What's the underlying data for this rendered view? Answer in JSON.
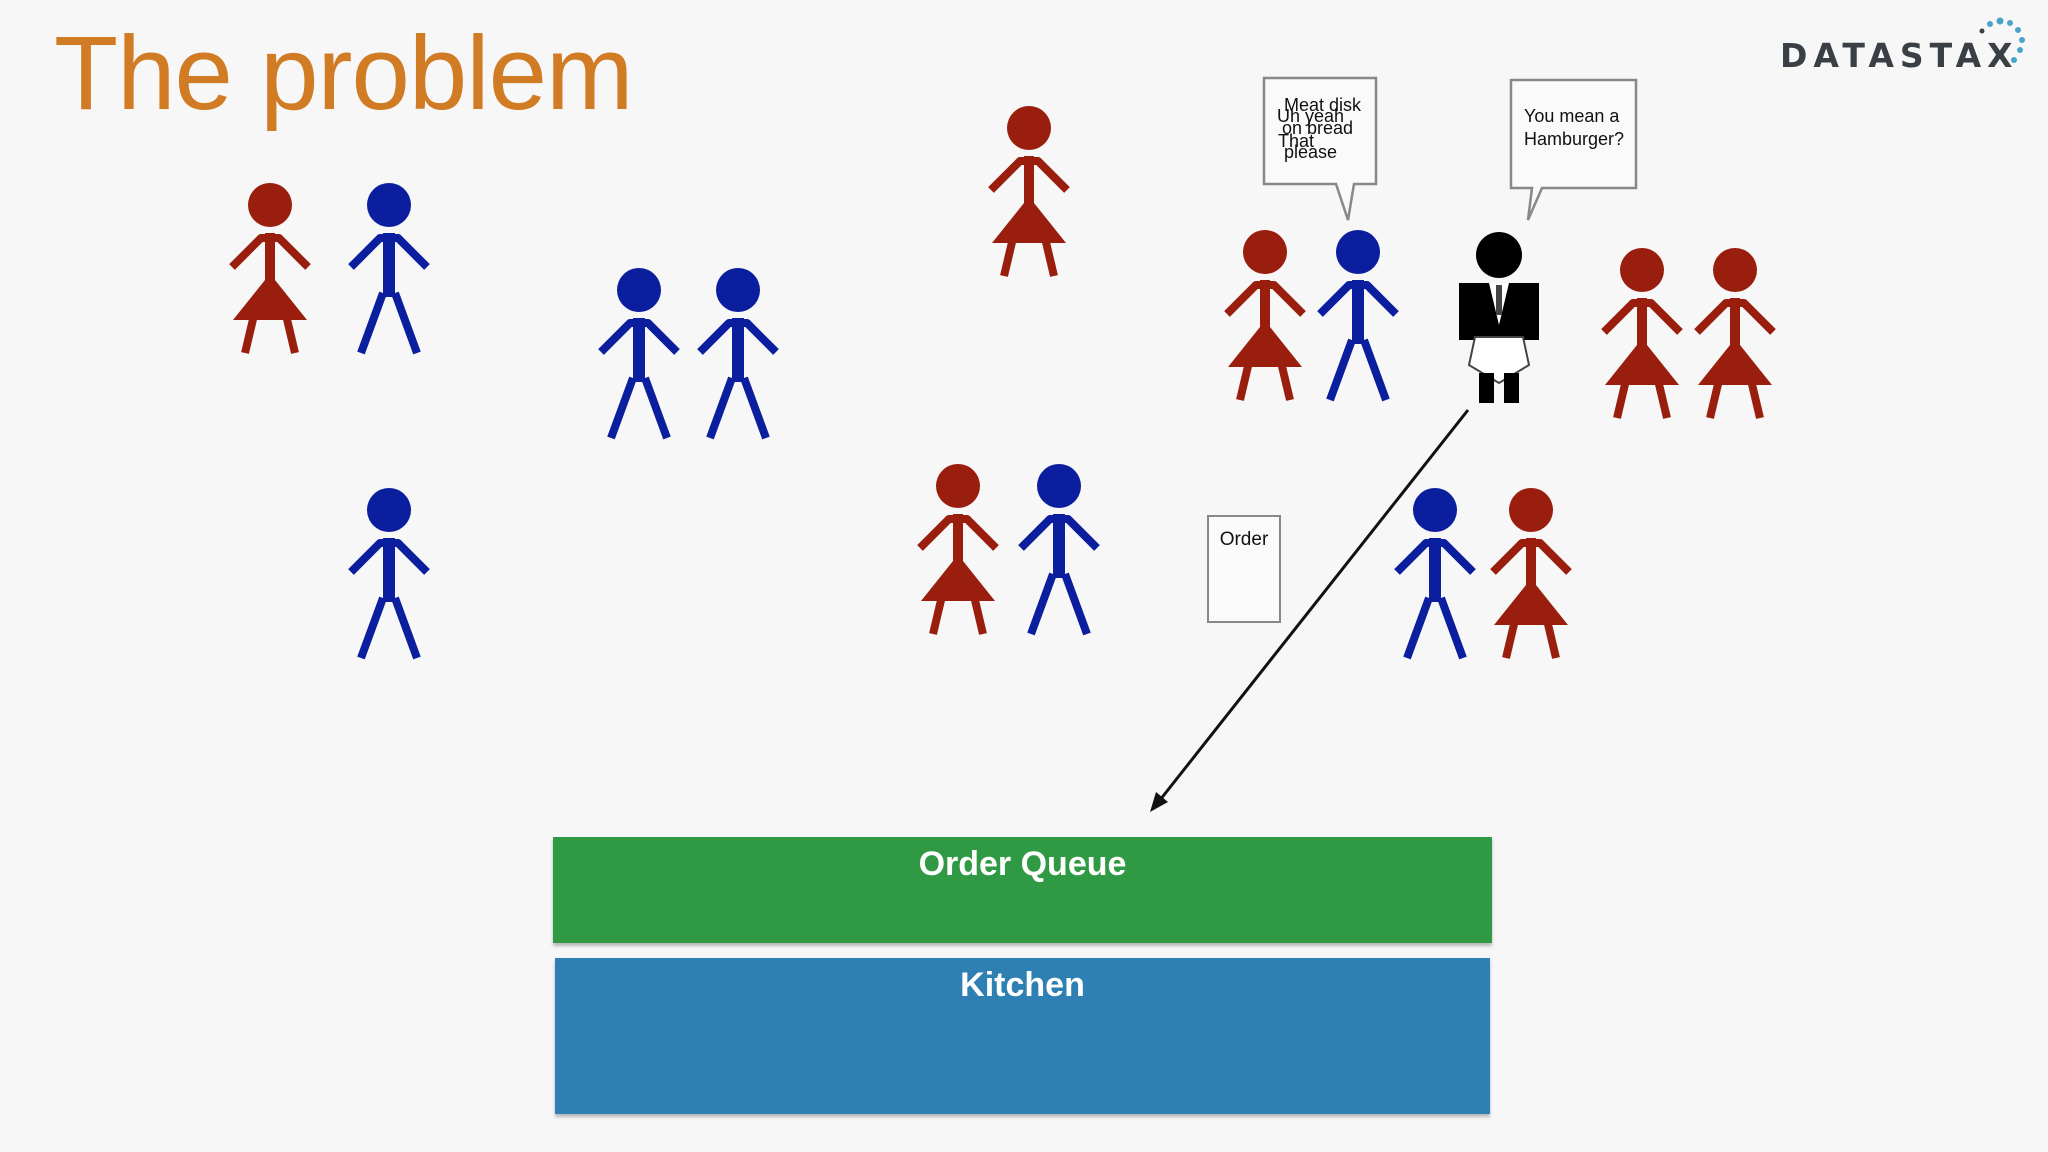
{
  "slide": {
    "title": "The problem",
    "logo_text": "DATASTAX",
    "colors": {
      "title": "#d17c25",
      "woman": "#991e0e",
      "man": "#0b1f9e",
      "waiter": "#000000",
      "queue": "#2f9a43",
      "kitchen": "#2f80b2"
    }
  },
  "speech": {
    "customer_lines": [
      "Meat disk",
      "Uh yeah",
      "on bread",
      "That",
      "please"
    ],
    "waiter_lines": [
      "You mean a",
      "Hamburger?"
    ]
  },
  "order_note": {
    "label": "Order"
  },
  "bars": {
    "queue_label": "Order Queue",
    "kitchen_label": "Kitchen"
  },
  "figures": [
    {
      "kind": "woman"
    },
    {
      "kind": "man"
    },
    {
      "kind": "man"
    },
    {
      "kind": "man"
    },
    {
      "kind": "woman"
    },
    {
      "kind": "man"
    },
    {
      "kind": "woman"
    },
    {
      "kind": "man"
    },
    {
      "kind": "woman"
    },
    {
      "kind": "man"
    },
    {
      "kind": "waiter"
    },
    {
      "kind": "woman"
    },
    {
      "kind": "woman"
    },
    {
      "kind": "man"
    },
    {
      "kind": "woman"
    }
  ]
}
